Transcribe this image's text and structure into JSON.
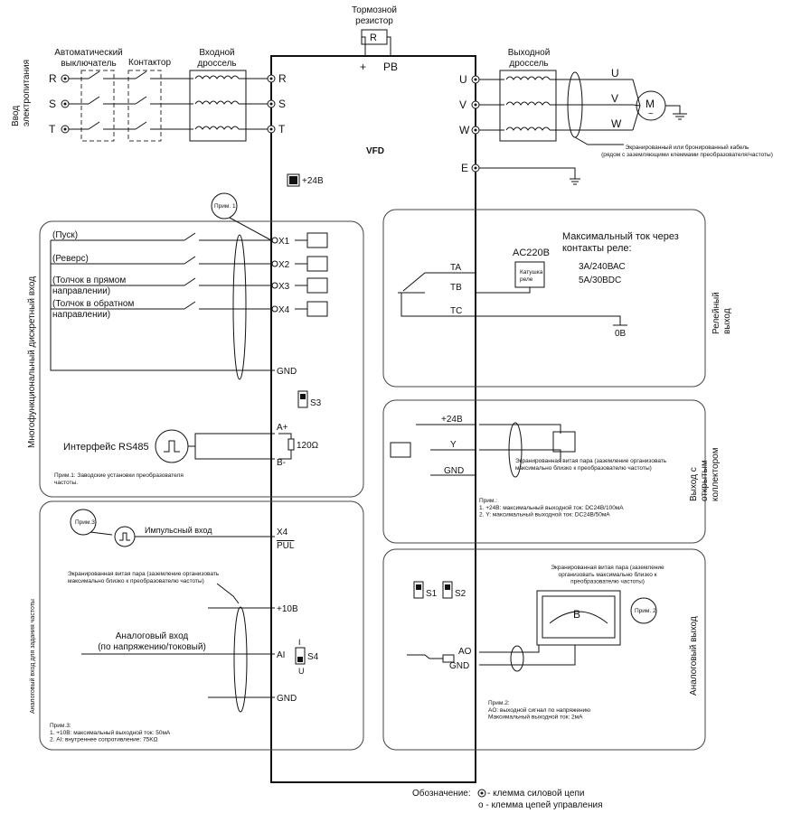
{
  "top": {
    "brake_resistor": "Тормозной\nрезистор",
    "brake_R": "R",
    "plus": "+",
    "pb": "PB",
    "breaker": "Автоматический\nвыключатель",
    "contactor": "Контактор",
    "input_choke": "Входной\nдроссель",
    "output_choke": "Выходной\nдроссель",
    "power_input": "Ввод\nэлектропитания",
    "vfd": "VFD",
    "plus24": "+24В",
    "shield_note": "Экранированный или бронированный кабель\n(рядом с заземляющими клеммами преобразователя/частоты)"
  },
  "phases_in": [
    "R",
    "S",
    "T"
  ],
  "phases_out": [
    "U",
    "V",
    "W"
  ],
  "motor": {
    "label": "M",
    "tilde": "~"
  },
  "earth": "E",
  "digital": {
    "side_label": "Многофункциональный дискретный вход",
    "note1_tag": "Прим. 1",
    "inputs": [
      {
        "label": "(Пуск)",
        "terminal": "X1"
      },
      {
        "label": "(Реверс)",
        "terminal": "X2"
      },
      {
        "label": "(Толчок в прямом\nнаправлении)",
        "terminal": "X3"
      },
      {
        "label": "(Толчок в обратном\nнаправлении)",
        "terminal": "X4"
      }
    ],
    "gnd": "GND",
    "s3": "S3",
    "rs485_label": "Интерфейс RS485",
    "a_plus": "A+",
    "b_minus": "B-",
    "resistor": "120Ω",
    "note1": "Прим.1: Заводские установки преобразователя\nчастоты."
  },
  "analog_in": {
    "side_label": "Аналоговый вход для задания частоты",
    "note3_tag": "Прим.3",
    "pulse_label": "Импульсный вход",
    "x4": "X4",
    "pul": "PUL",
    "twisted_pair": "Экранированная витая пара (заземление организовать\nмаксимально близко к преобразователю частоты)",
    "plus10": "+10В",
    "analog_label": "Аналоговый вход\n(по напряжению/токовый)",
    "ai": "AI",
    "s4": "S4",
    "i": "I",
    "u": "U",
    "gnd": "GND",
    "note3": "Прим.3:\n1. +10В: максимальный выходной ток: 50мА\n2. AI: внутреннее сопротивление: 75KΩ"
  },
  "relay": {
    "side_label": "Релейный\nвыход",
    "title": "Максимальный ток через\nконтакты реле:",
    "ac": "AC220В",
    "rating1": "3А/240ВАС",
    "rating2": "5А/30ВDC",
    "ta": "TA",
    "tb": "TB",
    "tc": "TC",
    "zero": "0В",
    "coil": "Катушка\nреле"
  },
  "oc": {
    "side_label": "Выход с\nоткрытым\nколлектором",
    "plus24": "+24В",
    "y": "Y",
    "gnd": "GND",
    "twisted_pair": "Экранированная витая пара (заземление организовать\nмаксимально близко к преобразователю частоты)",
    "note": "Прим.:\n1. +24В: максимальный выходной ток: DC24В/100мА\n2. Y: максимальный выходной ток: DC24В/50мА"
  },
  "analog_out": {
    "side_label": "Аналоговый выход",
    "twisted_pair": "Экранированная витая пара (заземление\nорганизовать максимально близко к\nпреобразователю частоты)",
    "s1": "S1",
    "s2": "S2",
    "meter": "В",
    "note2_tag": "Прим. 2",
    "ao": "AO",
    "gnd": "GND",
    "note2": "Прим.2:\nAO: выходной сигнал по напряжению\nМаксимальный выходной ток: 2мА"
  },
  "legend": {
    "title": "Обозначение:",
    "power": "- клемма силовой цепи",
    "control": "o - клемма цепей управления"
  }
}
